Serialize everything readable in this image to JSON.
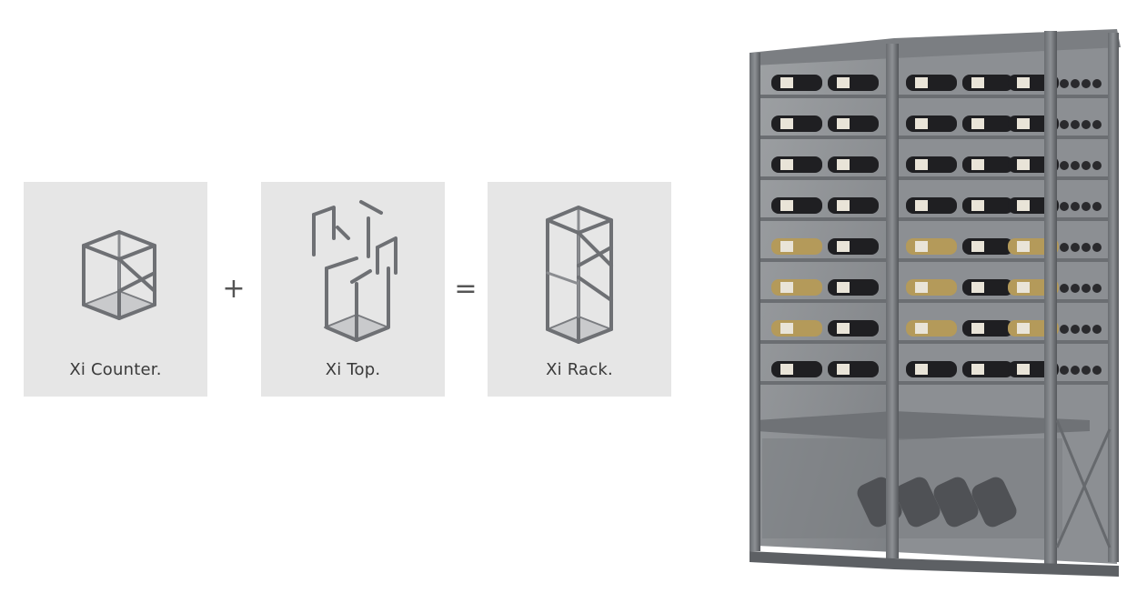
{
  "modules": [
    {
      "label": "Xi Counter.",
      "icon": "counter-frame-icon"
    },
    {
      "label": "Xi Top.",
      "icon": "exploded-frame-icon"
    },
    {
      "label": "Xi Rack.",
      "icon": "tall-frame-icon"
    }
  ],
  "operators": {
    "plus": "+",
    "equals": "="
  },
  "colors": {
    "card_bg": "#e6e6e6",
    "frame": "#6e7074",
    "frame_dark": "#4e5155",
    "label": "#3a3a3a"
  },
  "product_image": "wine-rack-illustration"
}
